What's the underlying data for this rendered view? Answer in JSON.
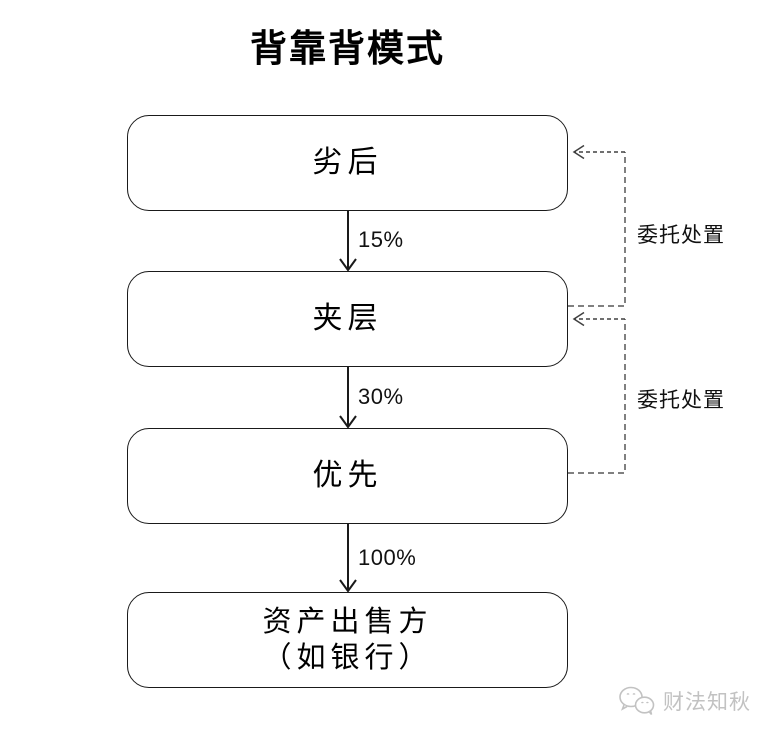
{
  "diagram": {
    "title": "背靠背模式",
    "nodes": [
      {
        "id": "subordinated",
        "label": "劣后"
      },
      {
        "id": "mezzanine",
        "label": "夹层"
      },
      {
        "id": "senior",
        "label": "优先"
      },
      {
        "id": "asset-seller",
        "label": "资产出售方",
        "sublabel": "（如银行）"
      }
    ],
    "flows": [
      {
        "from": "劣后",
        "to": "夹层",
        "label": "15%"
      },
      {
        "from": "夹层",
        "to": "优先",
        "label": "30%"
      },
      {
        "from": "优先",
        "to": "资产出售方（如银行）",
        "label": "100%"
      }
    ],
    "entrust_links": [
      {
        "from": "夹层",
        "to": "劣后",
        "label": "委托处置"
      },
      {
        "from": "优先",
        "to": "夹层",
        "label": "委托处置"
      }
    ]
  },
  "watermark": {
    "icon": "wechat-icon",
    "text": "财法知秋"
  },
  "colors": {
    "line": "#1a1a1a",
    "dashed_gray": "#808080",
    "dashed_dark": "#404040",
    "watermark_gray": "#c2c2c2",
    "background": "#ffffff"
  }
}
